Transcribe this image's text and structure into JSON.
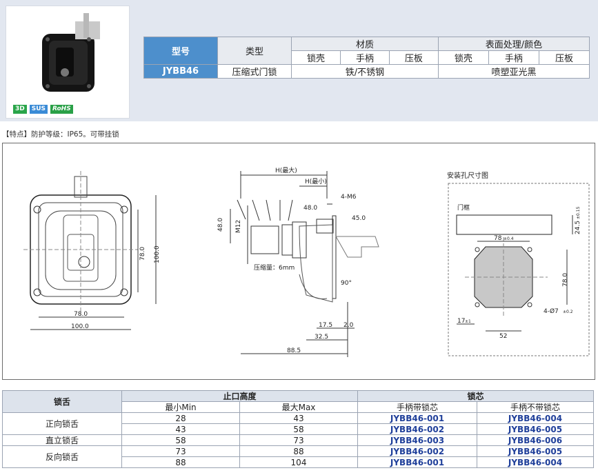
{
  "badges": {
    "b3d": "3D",
    "sus": "SUS",
    "rohs": "RoHS"
  },
  "spec_table": {
    "model_header": "型号",
    "type_header": "类型",
    "material_header": "材质",
    "surface_header": "表面处理/颜色",
    "sub_headers": [
      "锁壳",
      "手柄",
      "压板",
      "锁壳",
      "手柄",
      "压板"
    ],
    "model": "JYBB46",
    "type": "压缩式门锁",
    "material": "铁/不锈钢",
    "surface": "喷塑亚光黑"
  },
  "feature_text": "【特点】防护等级：IP65。可带挂锁",
  "drawing": {
    "front": {
      "dim_78": "78.0",
      "dim_100": "100.0",
      "dim_h78": "78.0",
      "dim_h100": "100.0"
    },
    "side": {
      "h_max": "H(最大)",
      "h_min": "H(最小)",
      "screw": "4-M6",
      "dim_48a": "48.0",
      "dim_45": "45.0",
      "dim_48v": "48.0",
      "m12": "M12",
      "compress": "压缩量：6mm",
      "angle": "90°",
      "dim_175": "17.5",
      "dim_20": "2.0",
      "dim_325": "32.5",
      "dim_885": "88.5"
    },
    "hole": {
      "title": "安装孔尺寸图",
      "frame": "门框",
      "dim_78": "78",
      "tol_78": "±0.4",
      "dim_245": "24.5",
      "tol_245": "±0.15",
      "dim_v78": "78.0",
      "holes": "4-Ø7",
      "tol_holes": "±0.2",
      "dim_17": "17",
      "tol_17": "±1",
      "dim_52": "52"
    }
  },
  "order_table": {
    "col_tongue": "锁舌",
    "col_height": "止口高度",
    "col_core": "锁芯",
    "col_min": "最小Min",
    "col_max": "最大Max",
    "col_with": "手柄带锁芯",
    "col_without": "手柄不带锁芯",
    "rows": [
      {
        "tongue": "正向锁舌",
        "min": "28",
        "max": "43",
        "with": "JYBB46-001",
        "without": "JYBB46-004"
      },
      {
        "tongue": "",
        "min": "43",
        "max": "58",
        "with": "JYBB46-002",
        "without": "JYBB46-005"
      },
      {
        "tongue": "直立锁舌",
        "min": "58",
        "max": "73",
        "with": "JYBB46-003",
        "without": "JYBB46-006"
      },
      {
        "tongue": "反向锁舌",
        "min": "73",
        "max": "88",
        "with": "JYBB46-002",
        "without": "JYBB46-005"
      },
      {
        "tongue": "",
        "min": "88",
        "max": "104",
        "with": "JYBB46-001",
        "without": "JYBB46-004"
      }
    ]
  },
  "colors": {
    "header_blue": "#4d8fcc",
    "code_blue": "#1f3f9a",
    "band": "#e2e7f0"
  }
}
